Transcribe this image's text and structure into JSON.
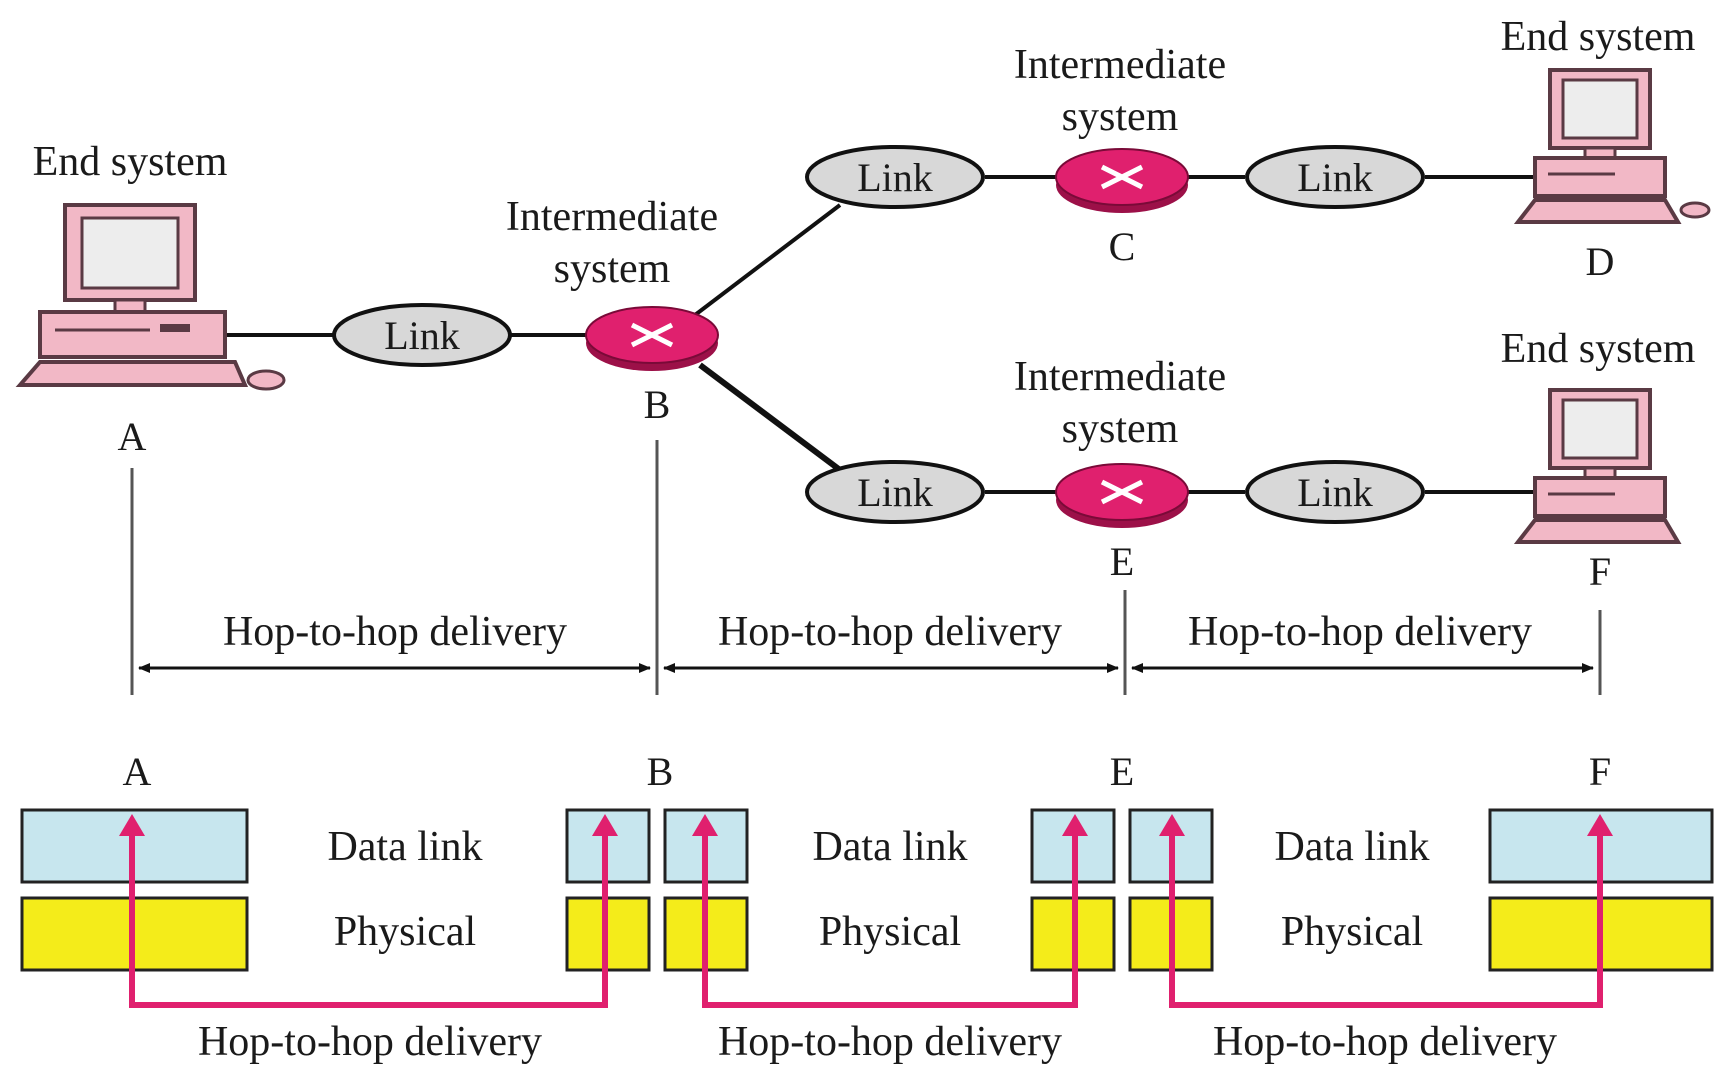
{
  "nodes": {
    "A": {
      "letter": "A",
      "title": "End system"
    },
    "B": {
      "letter": "B",
      "title_line1": "Intermediate",
      "title_line2": "system"
    },
    "C": {
      "letter": "C",
      "title_line1": "Intermediate",
      "title_line2": "system"
    },
    "D": {
      "letter": "D",
      "title": "End system"
    },
    "E": {
      "letter": "E",
      "title_line1": "Intermediate",
      "title_line2": "system"
    },
    "F": {
      "letter": "F",
      "title": "End system"
    }
  },
  "link_label": "Link",
  "hop_label": "Hop-to-hop delivery",
  "layers": {
    "data_link": "Data link",
    "physical": "Physical"
  },
  "bottom_letters": [
    "A",
    "B",
    "E",
    "F"
  ],
  "colors": {
    "router": "#e0206e",
    "link_fill": "#d8d8d8",
    "data_link_fill": "#c7e6ee",
    "physical_fill": "#f4ec1a",
    "arrow": "#e0206e",
    "computer": "#f2b8c6",
    "line": "#111111"
  }
}
